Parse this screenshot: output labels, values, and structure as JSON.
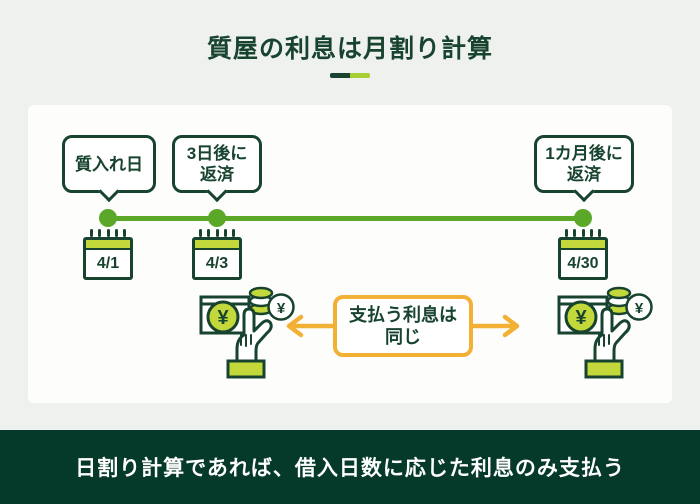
{
  "title": {
    "text": "質屋の利息は月割り計算"
  },
  "timeline": {
    "events": [
      {
        "label_lines": [
          "質入れ日"
        ],
        "date": "4/1"
      },
      {
        "label_lines": [
          "3日後に",
          "返済"
        ],
        "date": "4/3"
      },
      {
        "label_lines": [
          "1カ月後に",
          "返済"
        ],
        "date": "4/30"
      }
    ]
  },
  "comparison": {
    "label_lines": [
      "支払う利息は",
      "同じ"
    ]
  },
  "money": {
    "yen_symbol": "¥"
  },
  "footer": {
    "text": "日割り計算であれば、借入日数に応じた利息のみ支払う"
  },
  "icons": {
    "calendar": "calendar-icon",
    "money_in_hand": "money-in-hand-icon",
    "coin_stack": "coin-stack-icon",
    "arrow_left": "arrow-left-icon",
    "arrow_right": "arrow-right-icon",
    "bubble_tail": "speech-bubble-tail"
  },
  "colors": {
    "dark_green": "#17432F",
    "bright_green": "#5BA828",
    "yellow_green": "#C3D83A",
    "accent_yellow": "#F2B135",
    "footer_bg": "#05392A",
    "page_bg": "#EEF1EE",
    "panel_bg": "#FDFDFC"
  }
}
